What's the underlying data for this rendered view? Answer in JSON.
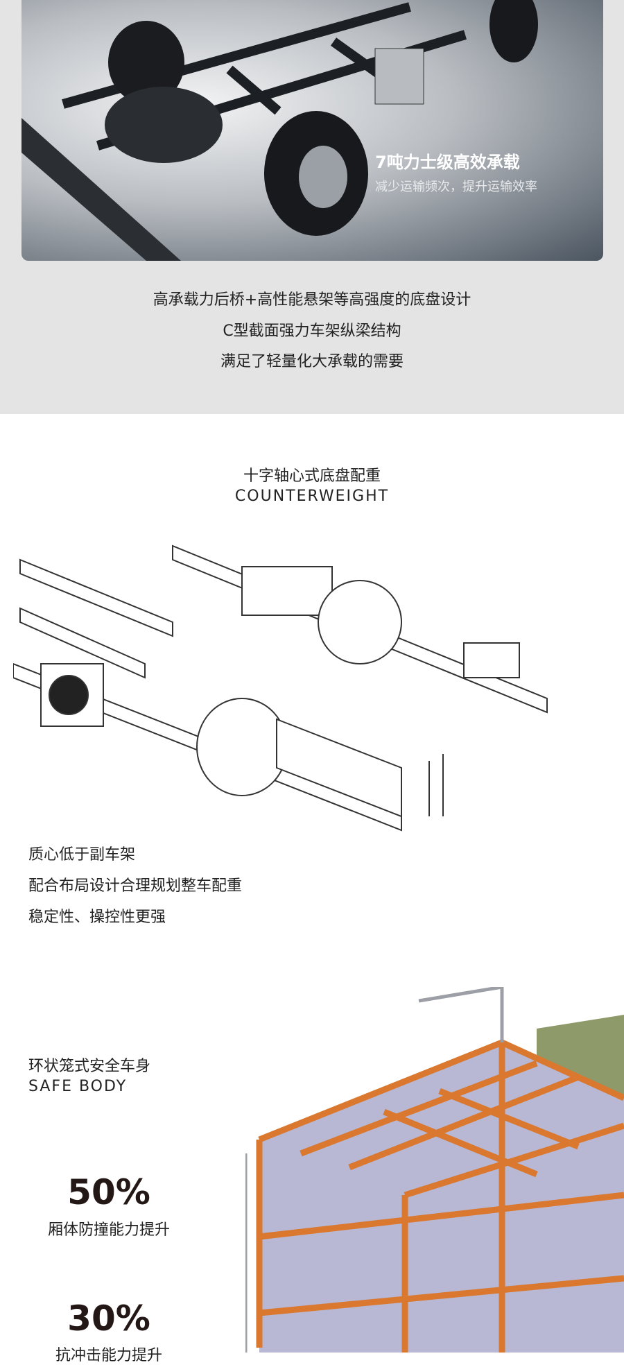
{
  "hero": {
    "title": "7吨力士级高效承载",
    "subtitle": "减少运输频次，提升运输效率"
  },
  "chassis_desc": [
    "高承载力后桥+高性能悬架等高强度的底盘设计",
    "C型截面强力车架纵梁结构",
    "满足了轻量化大承载的需要"
  ],
  "counterweight": {
    "title_cn": "十字轴心式底盘配重",
    "title_en": "COUNTERWEIGHT",
    "lines": [
      "质心低于副车架",
      "配合布局设计合理规划整车配重",
      "稳定性、操控性更强"
    ]
  },
  "safe_body": {
    "title_cn": "环状笼式安全车身",
    "title_en": "SAFE BODY",
    "stats": [
      {
        "value": "50%",
        "label": "厢体防撞能力提升"
      },
      {
        "value": "30%",
        "label": "抗冲击能力提升"
      }
    ]
  },
  "colors": {
    "top_bg": "#e4e4e4",
    "frame_orange": "#d9782e",
    "text": "#231815"
  }
}
